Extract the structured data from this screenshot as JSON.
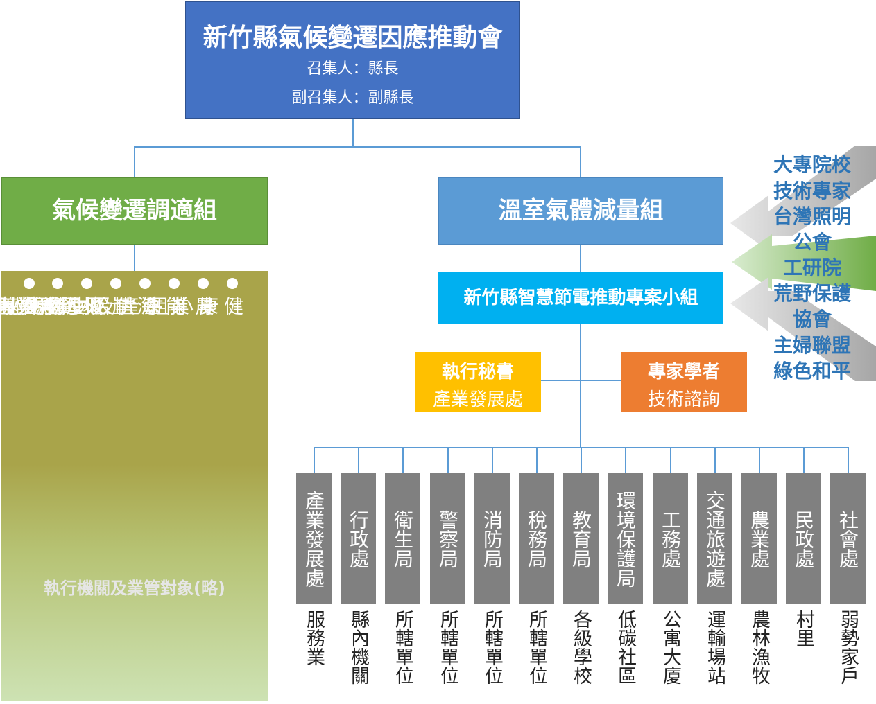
{
  "top": {
    "title": "新竹縣氣候變遷因應推動會",
    "convener": "召集人：縣長",
    "deputy": "副召集人：副縣長"
  },
  "adaptation": {
    "title": "氣候變遷調適組",
    "groups": [
      "災害整備小組",
      "維生基礎設施小組",
      "水資源小組",
      "土地利用小組",
      "海岸及海洋小組",
      "能源供給及產業小組",
      "農業生產及生物多樣性",
      "健康小組"
    ],
    "footer": "執行機關及業管對象(略)"
  },
  "mitigation": {
    "title": "溫室氣體減量組",
    "project": "新竹縣智慧節電推動專案小組"
  },
  "secretary": {
    "title": "執行秘書",
    "unit": "產業發展處"
  },
  "experts": {
    "title": "專家學者",
    "role": "技術諮詢"
  },
  "departments": [
    {
      "name": "產業發展處",
      "target": "服務業"
    },
    {
      "name": "行政處",
      "target": "縣內機關"
    },
    {
      "name": "衛生局",
      "target": "所轄單位"
    },
    {
      "name": "警察局",
      "target": "所轄單位"
    },
    {
      "name": "消防局",
      "target": "所轄單位"
    },
    {
      "name": "稅務局",
      "target": "所轄單位"
    },
    {
      "name": "教育局",
      "target": "各級學校"
    },
    {
      "name": "環境保護局",
      "target": "低碳社區"
    },
    {
      "name": "工務處",
      "target": "公寓大廈"
    },
    {
      "name": "交通旅遊處",
      "target": "運輸場站"
    },
    {
      "name": "農業處",
      "target": "農林漁牧"
    },
    {
      "name": "民政處",
      "target": "村里"
    },
    {
      "name": "社會處",
      "target": "弱勢家戶"
    }
  ],
  "partners": [
    "大專院校",
    "技術專家",
    "台灣照明",
    "公會",
    "工研院",
    "荒野保護",
    "協會",
    "主婦聯盟",
    "綠色和平"
  ],
  "colors": {
    "top": "#4472c4",
    "adaptation": "#70ad47",
    "mitigation": "#5b9bd5",
    "project": "#00b0f0",
    "secretary": "#ffc000",
    "experts": "#ed7d31",
    "department": "#808080",
    "connector": "#5b9bd5",
    "partner_text": "#2e75b6"
  }
}
